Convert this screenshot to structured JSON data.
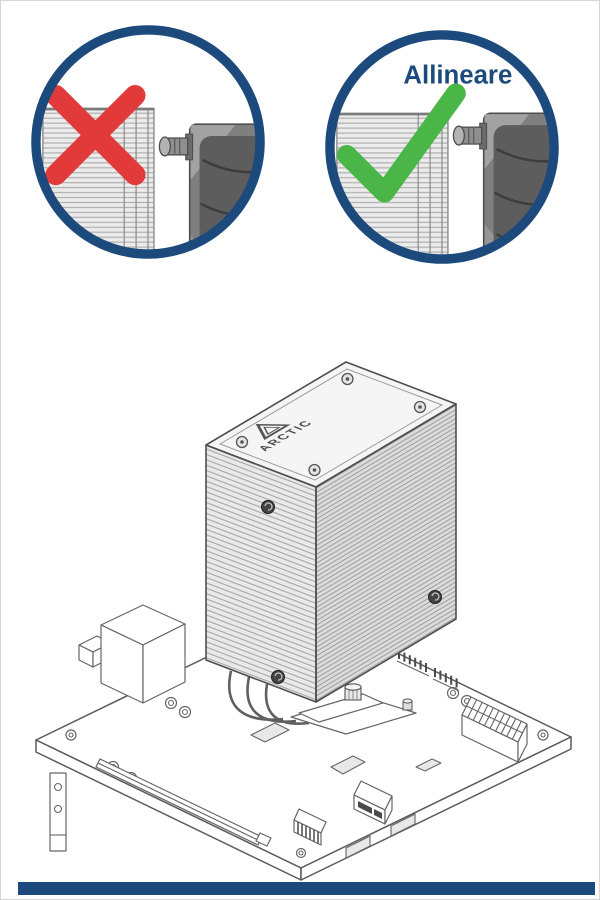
{
  "labels": {
    "align": "Allineare",
    "brand": "ARCTIC"
  },
  "icons": {
    "wrong": "x-icon",
    "correct": "check-icon",
    "brand_logo": "arctic-triangle-logo"
  },
  "colors": {
    "navy": "#1c4a7c",
    "red": "#e23a3a",
    "green": "#4bb648",
    "line": "#5a5a5a"
  }
}
